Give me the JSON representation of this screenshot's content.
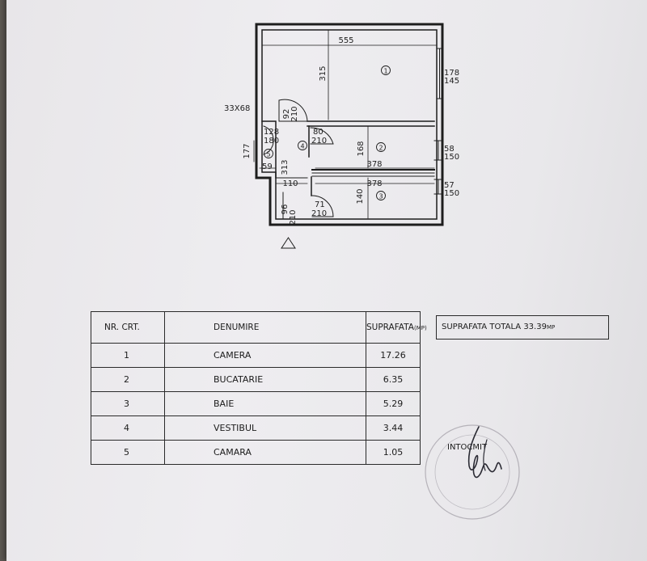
{
  "floor_plan": {
    "rooms": [
      {
        "number": "1"
      },
      {
        "number": "2"
      },
      {
        "number": "3"
      },
      {
        "number": "4"
      },
      {
        "number": "5"
      }
    ],
    "dimensions": {
      "room1_width": "555",
      "room1_height": "315",
      "window1_top": "178",
      "window1_bottom": "145",
      "entry_opening": "33X68",
      "door1_top": "92",
      "door1_bottom": "210",
      "door_camara_top": "128",
      "door_camara_bottom": "180",
      "wall_177": "177",
      "wall_59": "59",
      "wall_313": "313",
      "door2_top": "80",
      "door2_bottom": "210",
      "room2_height": "168",
      "room2_width": "378",
      "window2_top": "58",
      "window2_bottom": "150",
      "hall_110": "110",
      "room3_width": "378",
      "window3_top": "57",
      "window3_bottom": "150",
      "door3_top": "71",
      "door3_bottom": "210",
      "room3_height": "140",
      "door4_top": "96",
      "door4_bottom": "210"
    }
  },
  "legend_table": {
    "headers": [
      "NR. CRT.",
      "DENUMIRE",
      "SUPRAFATA",
      "(MP)"
    ],
    "rows": [
      {
        "nr": "1",
        "name": "CAMERA",
        "area": "17.26"
      },
      {
        "nr": "2",
        "name": "BUCATARIE",
        "area": "6.35"
      },
      {
        "nr": "3",
        "name": "BAIE",
        "area": "5.29"
      },
      {
        "nr": "4",
        "name": "VESTIBUL",
        "area": "3.44"
      },
      {
        "nr": "5",
        "name": "CAMARA",
        "area": "1.05"
      }
    ]
  },
  "total_area": {
    "label": "SUPRAFATA TOTALA",
    "value": "33.39",
    "unit": "MP"
  },
  "signature": {
    "label": "INTOCMIT"
  }
}
